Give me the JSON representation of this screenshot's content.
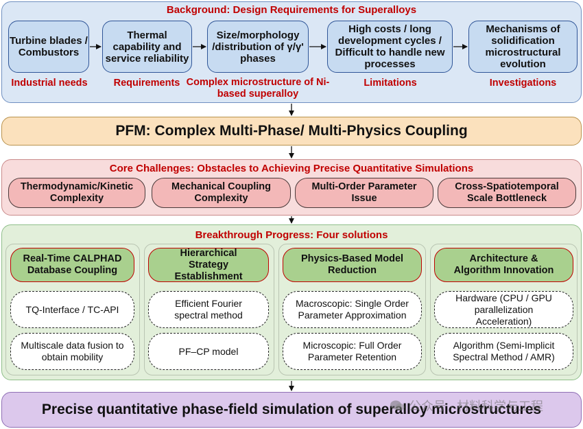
{
  "background": {
    "title": "Background: Design Requirements for Superalloys",
    "boxes": [
      "Turbine blades / Combustors",
      "Thermal capability and service reliability",
      "Size/morphology /distribution of γ/γ' phases",
      "High costs / long development cycles / Difficult to handle new processes",
      "Mechanisms of solidification microstructural evolution"
    ],
    "labels": [
      "Industrial needs",
      "Requirements",
      "Complex microstructure of Ni-based superalloy",
      "Limitations",
      "Investigations"
    ]
  },
  "pfm": {
    "text": "PFM: Complex Multi-Phase/ Multi-Physics Coupling"
  },
  "core": {
    "title": "Core Challenges: Obstacles to Achieving Precise Quantitative Simulations",
    "items": [
      "Thermodynamic/Kinetic Complexity",
      "Mechanical Coupling Complexity",
      "Multi-Order Parameter Issue",
      "Cross-Spatiotemporal Scale Bottleneck"
    ]
  },
  "breakthrough": {
    "title": "Breakthrough Progress: Four solutions",
    "columns": [
      {
        "header": "Real-Time CALPHAD Database Coupling",
        "items": [
          "TQ-Interface / TC-API",
          "Multiscale data fusion to obtain mobility"
        ]
      },
      {
        "header": "Hierarchical Strategy Establishment",
        "items": [
          "Efficient Fourier spectral method",
          "PF–CP model"
        ]
      },
      {
        "header": "Physics-Based Model Reduction",
        "items": [
          "Macroscopic: Single Order Parameter Approximation",
          "Microscopic: Full Order Parameter Retention"
        ]
      },
      {
        "header": "Architecture & Algorithm Innovation",
        "items": [
          "Hardware (CPU / GPU parallelization Acceleration)",
          "Algorithm (Semi-Implicit Spectral Method / AMR)"
        ]
      }
    ]
  },
  "final": {
    "text": "Precise quantitative phase-field simulation of superalloy microstructures"
  },
  "watermark": {
    "text": "公众号 · 材料科学与工程"
  },
  "colors": {
    "accent_red": "#c00000",
    "background_panel": "#dbe7f5",
    "pfm_bar": "#fbe1bd",
    "core_panel": "#f8dcdc",
    "breakthrough_panel": "#e2efda",
    "final_bar": "#dcc8ec"
  }
}
